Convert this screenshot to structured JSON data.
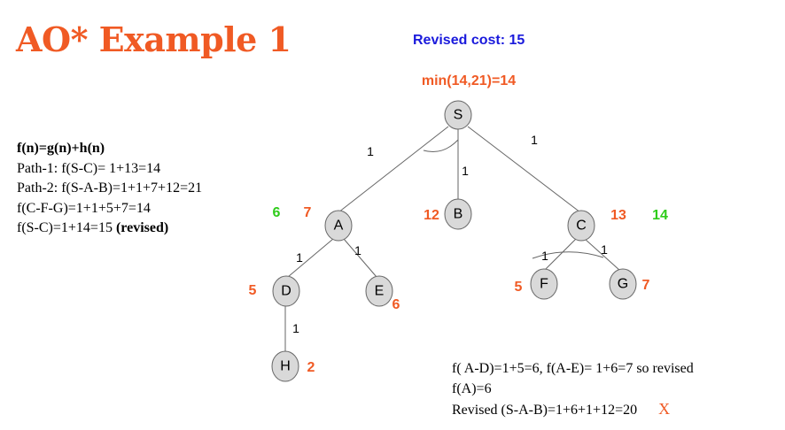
{
  "title": "AO* Example 1",
  "revised_cost": "Revised cost: 15",
  "root_cost": "min(14,21)=14",
  "formulas": {
    "line1": "f(n)=g(n)+h(n)",
    "line2": "Path-1: f(S-C)= 1+13=14",
    "line3": "Path-2: f(S-A-B)=1+1+7+12=21",
    "line4": "f(C-F-G)=1+1+5+7=14",
    "line5_prefix": "f(S-C)=1+14=15 ",
    "line5_bold": "(revised)"
  },
  "bottom_note": {
    "line1": "f( A-D)=1+5=6, f(A-E)= 1+6=7 so revised",
    "line2": "f(A)=6",
    "line3": "Revised (S-A-B)=1+6+1+12=20",
    "cross": "X"
  },
  "nodes": {
    "S": "S",
    "A": "A",
    "B": "B",
    "C": "C",
    "D": "D",
    "E": "E",
    "F": "F",
    "G": "G",
    "H": "H"
  },
  "edge_labels": {
    "S_A": "1",
    "S_B": "1",
    "S_C": "1",
    "A_D": "1",
    "A_E": "1",
    "C_F": "1",
    "C_G": "1",
    "D_H": "1"
  },
  "costs": {
    "A_revised": "6",
    "A": "7",
    "B": "12",
    "C": "13",
    "C_revised": "14",
    "D": "5",
    "E": "6",
    "F": "5",
    "G": "7",
    "H": "2"
  },
  "colors": {
    "orange": "#f05a24",
    "blue": "#1a1adc",
    "green": "#2ecc1a",
    "node_fill": "#d9d9d9"
  }
}
